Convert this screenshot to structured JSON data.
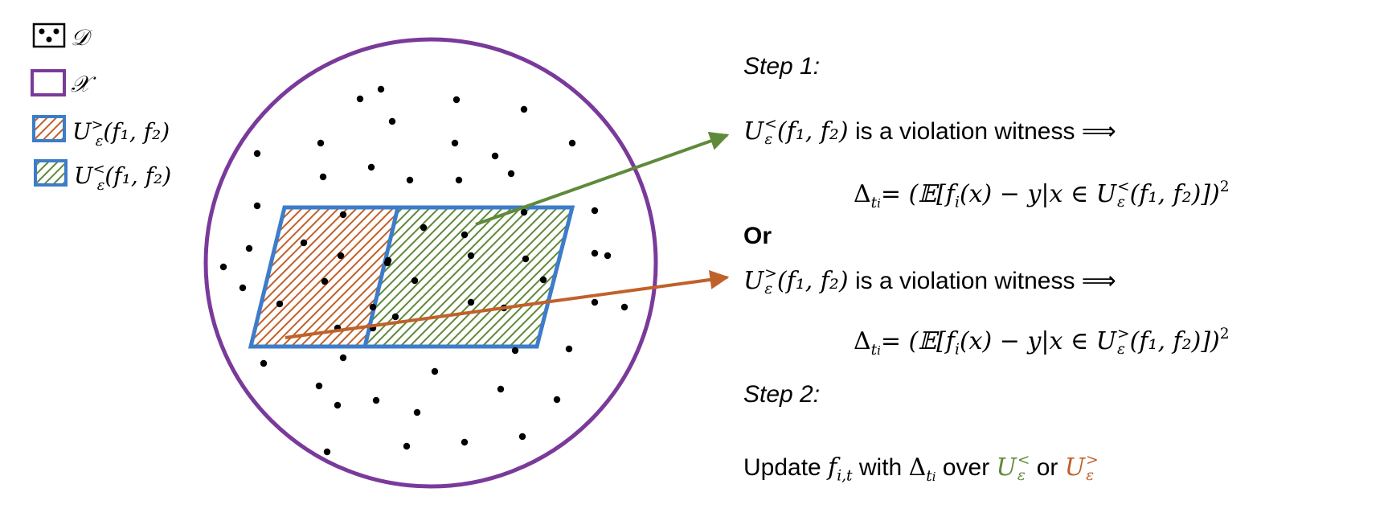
{
  "legend": [
    {
      "symbol": "data-points",
      "label": "𝒟"
    },
    {
      "symbol": "purple-box",
      "label": "𝒳"
    },
    {
      "symbol": "orange-hatch",
      "label": "U",
      "sup": ">",
      "sub": "ε",
      "args": "(f₁, f₂)"
    },
    {
      "symbol": "green-hatch",
      "label": "U",
      "sup": "<",
      "sub": "ε",
      "args": "(f₁, f₂)"
    }
  ],
  "steps": {
    "step1": "Step 1:",
    "witness_less": {
      "set": "U",
      "sup": "<",
      "sub": "ε",
      "args": "(f₁, f₂)",
      "text": "is a violation witness ⟹"
    },
    "delta_less": {
      "lhs": "Δ",
      "lhs_sub": "t",
      "lhs_subsub": "i",
      "eq": "= (𝔼[f",
      "fi_sub": "i",
      "mid": "(x) − y|x ∈ U",
      "set_sup": "<",
      "set_sub": "ε",
      "tail": "(f₁, f₂)])",
      "power": "2"
    },
    "or": "Or",
    "witness_greater": {
      "set": "U",
      "sup": ">",
      "sub": "ε",
      "args": "(f₁, f₂)",
      "text": "is a violation witness ⟹"
    },
    "delta_greater": {
      "lhs": "Δ",
      "lhs_sub": "t",
      "lhs_subsub": "i",
      "eq": "= (𝔼[f",
      "fi_sub": "i",
      "mid": "(x) − y|x ∈ U",
      "set_sup": ">",
      "set_sub": "ε",
      "tail": "(f₁, f₂)])",
      "power": "2"
    },
    "step2": "Step 2:",
    "update": {
      "prefix": "Update ",
      "f": "f",
      "f_sub": "i,t",
      "with": " with ",
      "delta": "Δ",
      "delta_sub": "t",
      "delta_subsub": "i",
      "over": " over ",
      "u1": "U",
      "u1_sup": "<",
      "u1_sub": "ε",
      "or": " or ",
      "u2": "U",
      "u2_sup": ">",
      "u2_sub": "ε"
    }
  },
  "colors": {
    "purple": "#7a3a9a",
    "blue": "#3d7cc9",
    "orange": "#c0612a",
    "green": "#5f8a3a",
    "dot": "#000000"
  }
}
